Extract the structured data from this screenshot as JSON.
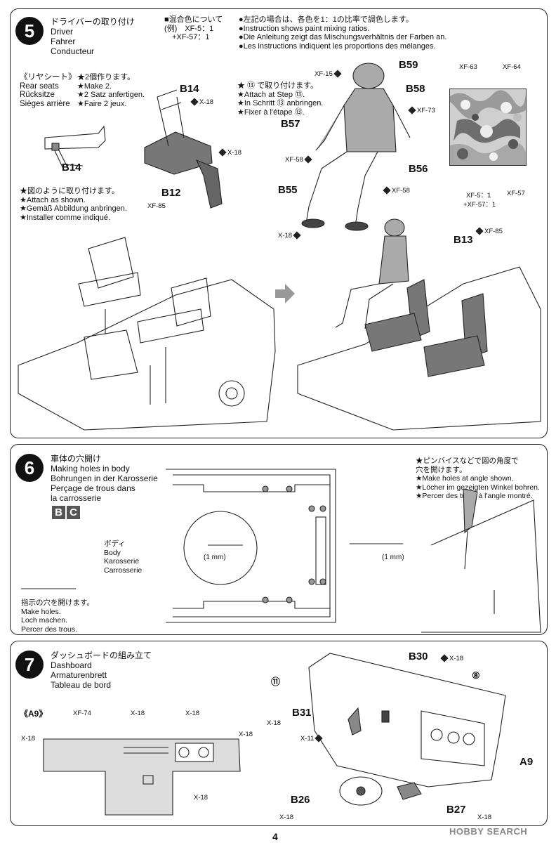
{
  "step5": {
    "number": "5",
    "title_lines": [
      "ドライバーの取り付け",
      "Driver",
      "Fahrer",
      "Conducteur"
    ],
    "mix_note": [
      "■混合色について",
      "(例)　XF-5：1",
      "　+XF-57：1"
    ],
    "mix_info": [
      "●左記の場合は、各色を1：1の比率で調色します。",
      "●Instruction shows paint mixing ratios.",
      "●Die Anleitung zeigt das Mischungsverhältnis der Farben an.",
      "●Les instructions indiquent les proportions des mélanges."
    ],
    "rear_seats": [
      "《リヤシート》",
      "Rear seats",
      "Rücksitze",
      "Sièges arrière"
    ],
    "make2": [
      "★2個作ります。",
      "★Make 2.",
      "★2 Satz anfertigen.",
      "★Faire 2 jeux."
    ],
    "attach": [
      "★図のように取り付けます。",
      "★Attach as shown.",
      "★Gemäß Abbildung anbringen.",
      "★Installer comme indiqué."
    ],
    "attach_step": [
      "★ ⑬ で取り付けます。",
      "★Attach at Step ⑬.",
      "★In Schritt ⑬ anbringen.",
      "★Fixer à l'étape ⑬."
    ],
    "parts": {
      "b14": "B14",
      "b14b": "B14",
      "b12": "B12",
      "b59": "B59",
      "b58": "B58",
      "b57": "B57",
      "b56": "B56",
      "b55": "B55",
      "b13": "B13"
    },
    "paints": {
      "x18a": "X-18",
      "x18b": "X-18",
      "xf85a": "XF-85",
      "xf15": "XF-15",
      "xf73": "XF-73",
      "xf58a": "XF-58",
      "xf58b": "XF-58",
      "x18c": "X-18",
      "xf85b": "XF-85",
      "xf63": "XF-63",
      "xf64": "XF-64",
      "xf5mix": "XF-5：1",
      "xf57mix": "+XF-57：1",
      "xf57": "XF-57"
    }
  },
  "step6": {
    "number": "6",
    "title_lines": [
      "車体の穴開け",
      "Making holes in body",
      "Bohrungen in der Karosserie",
      "Perçage de trous dans",
      "la carrosserie"
    ],
    "tags": [
      "B",
      "C"
    ],
    "body_label": [
      "ボディ",
      "Body",
      "Karosserie",
      "Carrosserie"
    ],
    "mm1": "(1 mm)",
    "mm2": "(1 mm)",
    "make_holes": [
      "指示の穴を開けます。",
      "Make holes.",
      "Loch machen.",
      "Percer des trous."
    ],
    "angle_note": [
      "★ピンバイスなどで図の角度で",
      "穴を開けます。",
      "★Make holes at angle shown.",
      "★Löcher im gezeigten Winkel bohren.",
      "★Percer des trous à l'angle montré."
    ]
  },
  "step7": {
    "number": "7",
    "title_lines": [
      "ダッシュボードの組み立て",
      "Dashboard",
      "Armaturenbrett",
      "Tableau de bord"
    ],
    "a9_title": "《A9》",
    "parts": {
      "b30": "B30",
      "b31": "B31",
      "b26": "B26",
      "b27": "B27",
      "a9": "A9"
    },
    "paints": {
      "xf74": "XF-74",
      "x18a": "X-18",
      "x18b": "X-18",
      "x18c": "X-18",
      "x18d": "X-18",
      "x18e": "X-18",
      "x18f": "X-18",
      "x18g": "X-18",
      "x11": "X-11",
      "x18h": "X-18",
      "x18i": "X-18"
    },
    "ref11": "⑪",
    "ref8": "⑧"
  },
  "page_number": "4",
  "watermark": "HOBBY SEARCH"
}
